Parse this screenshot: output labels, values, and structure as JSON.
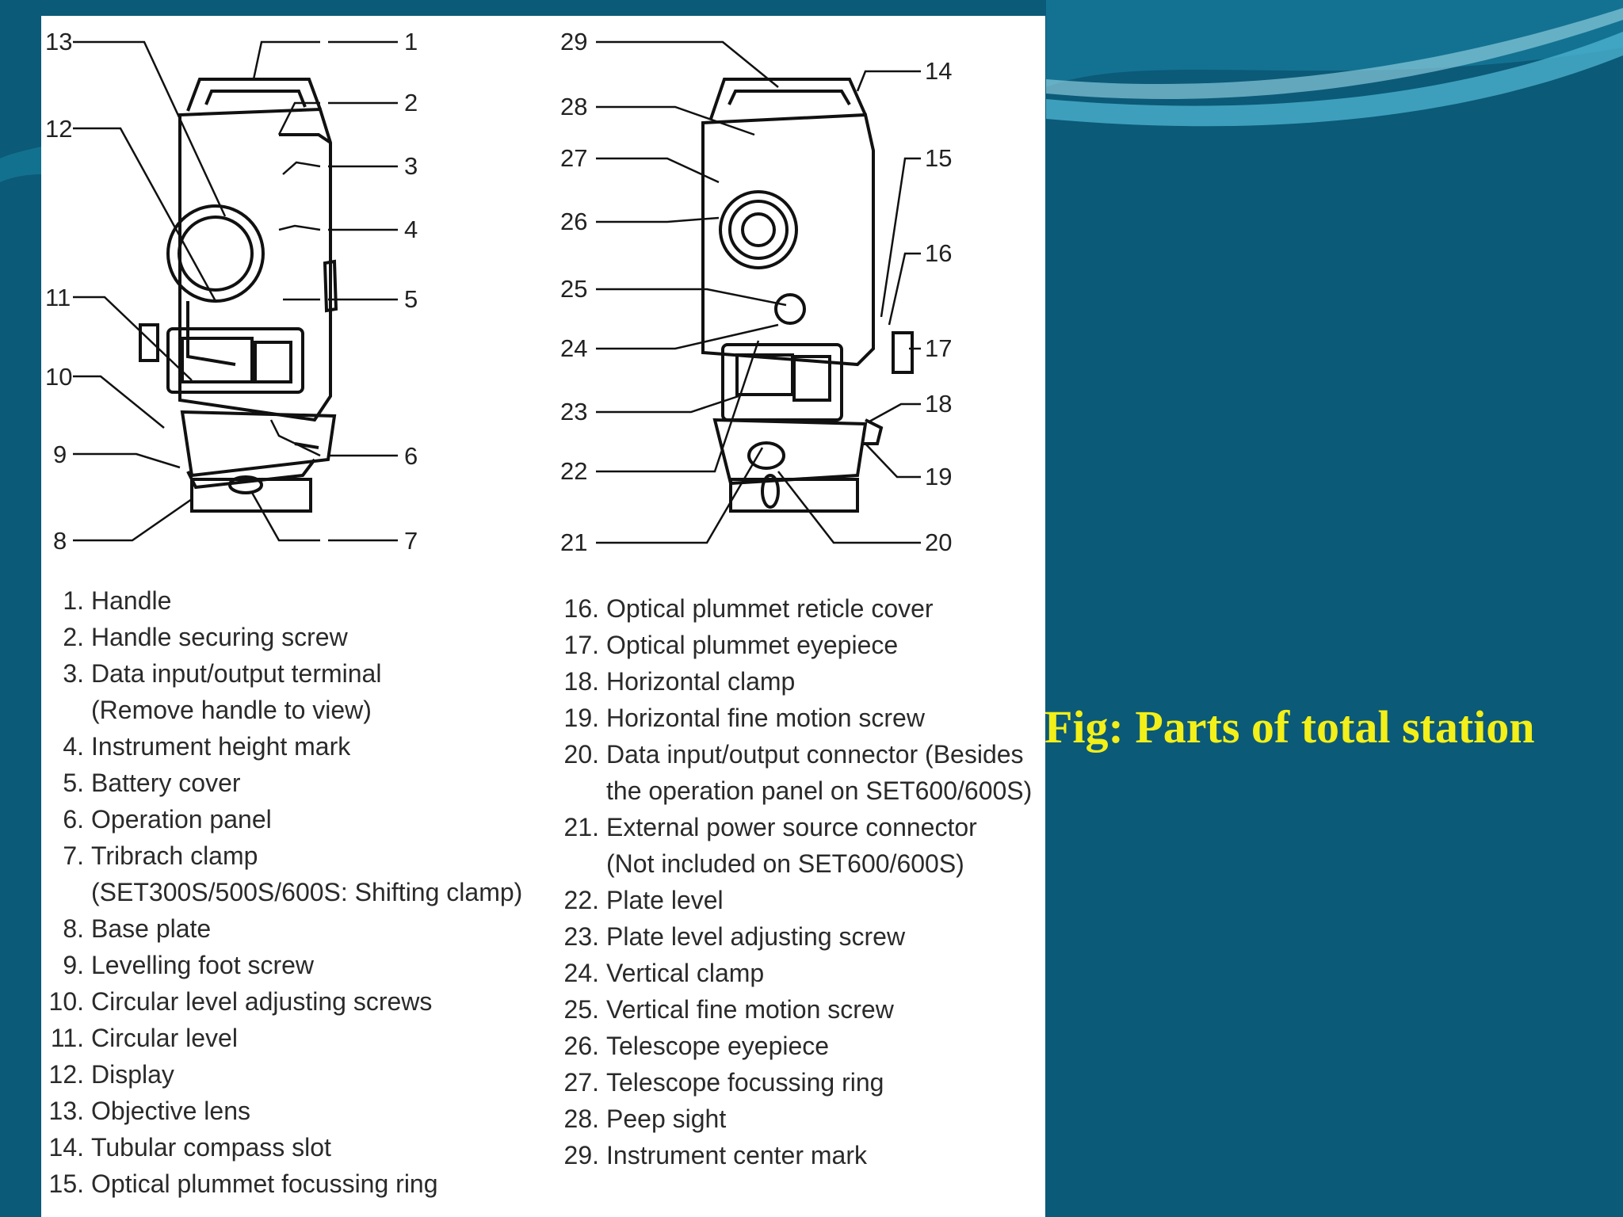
{
  "caption": "Fig: Parts of total station",
  "colors": {
    "background": "#0b5a78",
    "caption": "#f3ef18",
    "panel": "#ffffff",
    "swoosh": "#4fb7d3"
  },
  "callouts_left": [
    "13",
    "1",
    "12",
    "2",
    "3",
    "4",
    "11",
    "5",
    "10",
    "6",
    "9",
    "8",
    "7"
  ],
  "callouts_right": [
    "29",
    "14",
    "28",
    "27",
    "15",
    "26",
    "16",
    "25",
    "17",
    "24",
    "18",
    "23",
    "22",
    "19",
    "21",
    "20"
  ],
  "legend_left": [
    {
      "num": "1.",
      "text": "Handle"
    },
    {
      "num": "2.",
      "text": "Handle securing screw"
    },
    {
      "num": "3.",
      "text": "Data input/output terminal\n(Remove handle to view)"
    },
    {
      "num": "4.",
      "text": "Instrument height mark"
    },
    {
      "num": "5.",
      "text": "Battery cover"
    },
    {
      "num": "6.",
      "text": "Operation panel"
    },
    {
      "num": "7.",
      "text": "Tribrach clamp\n(SET300S/500S/600S: Shifting clamp)"
    },
    {
      "num": "8.",
      "text": "Base plate"
    },
    {
      "num": "9.",
      "text": "Levelling foot screw"
    },
    {
      "num": "10.",
      "text": "Circular level adjusting screws"
    },
    {
      "num": "11.",
      "text": "Circular level"
    },
    {
      "num": "12.",
      "text": "Display"
    },
    {
      "num": "13.",
      "text": "Objective lens"
    },
    {
      "num": "14.",
      "text": "Tubular compass slot"
    },
    {
      "num": "15.",
      "text": "Optical plummet focussing ring"
    }
  ],
  "legend_right": [
    {
      "num": "16.",
      "text": "Optical plummet reticle cover"
    },
    {
      "num": "17.",
      "text": "Optical plummet eyepiece"
    },
    {
      "num": "18.",
      "text": "Horizontal clamp"
    },
    {
      "num": "19.",
      "text": "Horizontal fine motion screw"
    },
    {
      "num": "20.",
      "text": "Data input/output connector (Besides\nthe operation panel on SET600/600S)"
    },
    {
      "num": "21.",
      "text": "External power source connector\n(Not included on SET600/600S)"
    },
    {
      "num": "22.",
      "text": "Plate level"
    },
    {
      "num": "23.",
      "text": "Plate level adjusting screw"
    },
    {
      "num": "24.",
      "text": "Vertical clamp"
    },
    {
      "num": "25.",
      "text": "Vertical fine motion screw"
    },
    {
      "num": "26.",
      "text": "Telescope eyepiece"
    },
    {
      "num": "27.",
      "text": "Telescope focussing ring"
    },
    {
      "num": "28.",
      "text": "Peep sight"
    },
    {
      "num": "29.",
      "text": "Instrument center mark"
    }
  ]
}
